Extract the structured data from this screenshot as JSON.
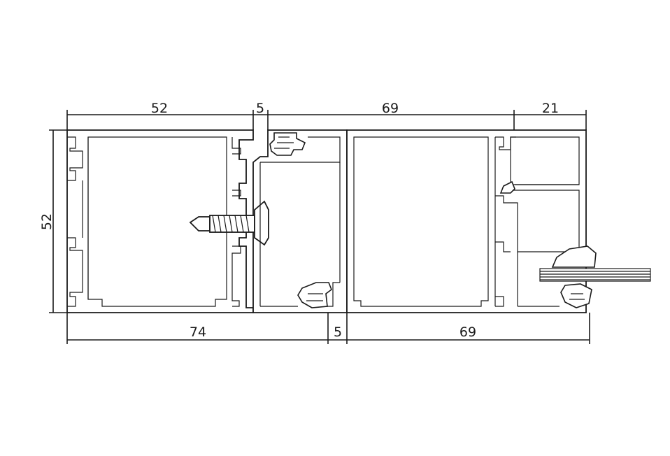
{
  "dimensions": {
    "top": [
      "52",
      "5",
      "69",
      "21"
    ],
    "bottom": [
      "74",
      "5",
      "69"
    ],
    "left": "52"
  },
  "colors": {
    "line": "#1a1a1a",
    "background": "#ffffff"
  }
}
